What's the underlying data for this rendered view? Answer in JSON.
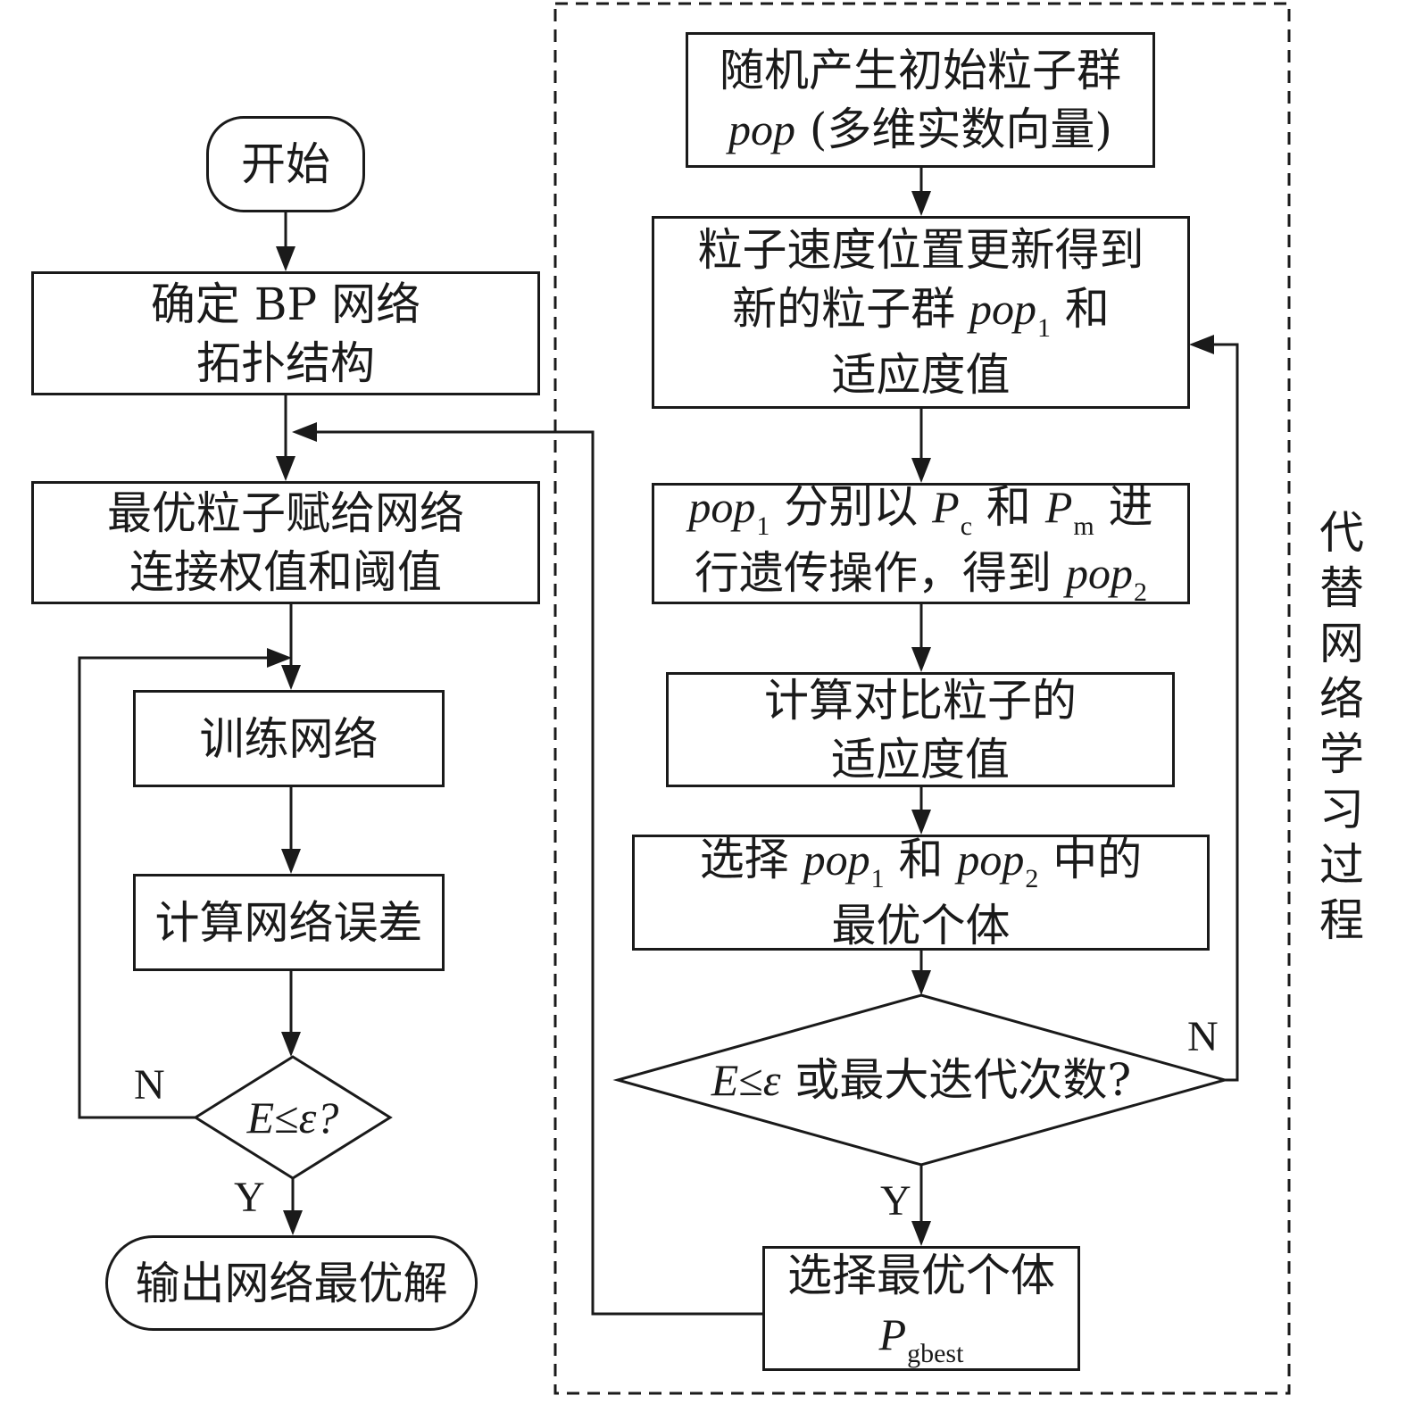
{
  "left": {
    "start": "开始",
    "determine": [
      "确定 BP 网络",
      "拓扑结构"
    ],
    "assign": [
      "最优粒子赋给网络",
      "连接权值和阈值"
    ],
    "train": "训练网络",
    "error": "计算网络误差",
    "decision": {
      "E": "E",
      "le": "≤",
      "eps": "ε",
      "q": "?"
    },
    "no": "N",
    "yes": "Y",
    "output": "输出网络最优解"
  },
  "right": {
    "init": {
      "line1": "随机产生初始粒子群",
      "var": "pop",
      "rest": " (多维实数向量)"
    },
    "update": {
      "line1": "粒子速度位置更新得到",
      "line2_pre": "新的粒子群 ",
      "var": "pop",
      "sub": "1",
      "line2_post": " 和",
      "line3": "适应度值"
    },
    "genetic": {
      "var": "pop",
      "sub1": "1",
      "t1": " 分别以 ",
      "pc": "P",
      "pc_sub": "c",
      "t2": " 和 ",
      "pm": "P",
      "pm_sub": "m",
      "t3": " 进",
      "line2_pre": "行遗传操作，得到 ",
      "var2": "pop",
      "sub2": "2"
    },
    "compute": [
      "计算对比粒子的",
      "适应度值"
    ],
    "select": {
      "pre": "选择 ",
      "var1": "pop",
      "sub1": "1",
      "mid": " 和 ",
      "var2": "pop",
      "sub2": "2",
      "post": " 中的",
      "line2": "最优个体"
    },
    "decision": {
      "E": "E",
      "le": "≤",
      "eps": "ε",
      "text": " 或最大迭代次数?"
    },
    "no": "N",
    "yes": "Y",
    "best": {
      "line1": "选择最优个体",
      "var": "P",
      "sub": "gbest"
    }
  },
  "region_label": "代替网络学习过程"
}
